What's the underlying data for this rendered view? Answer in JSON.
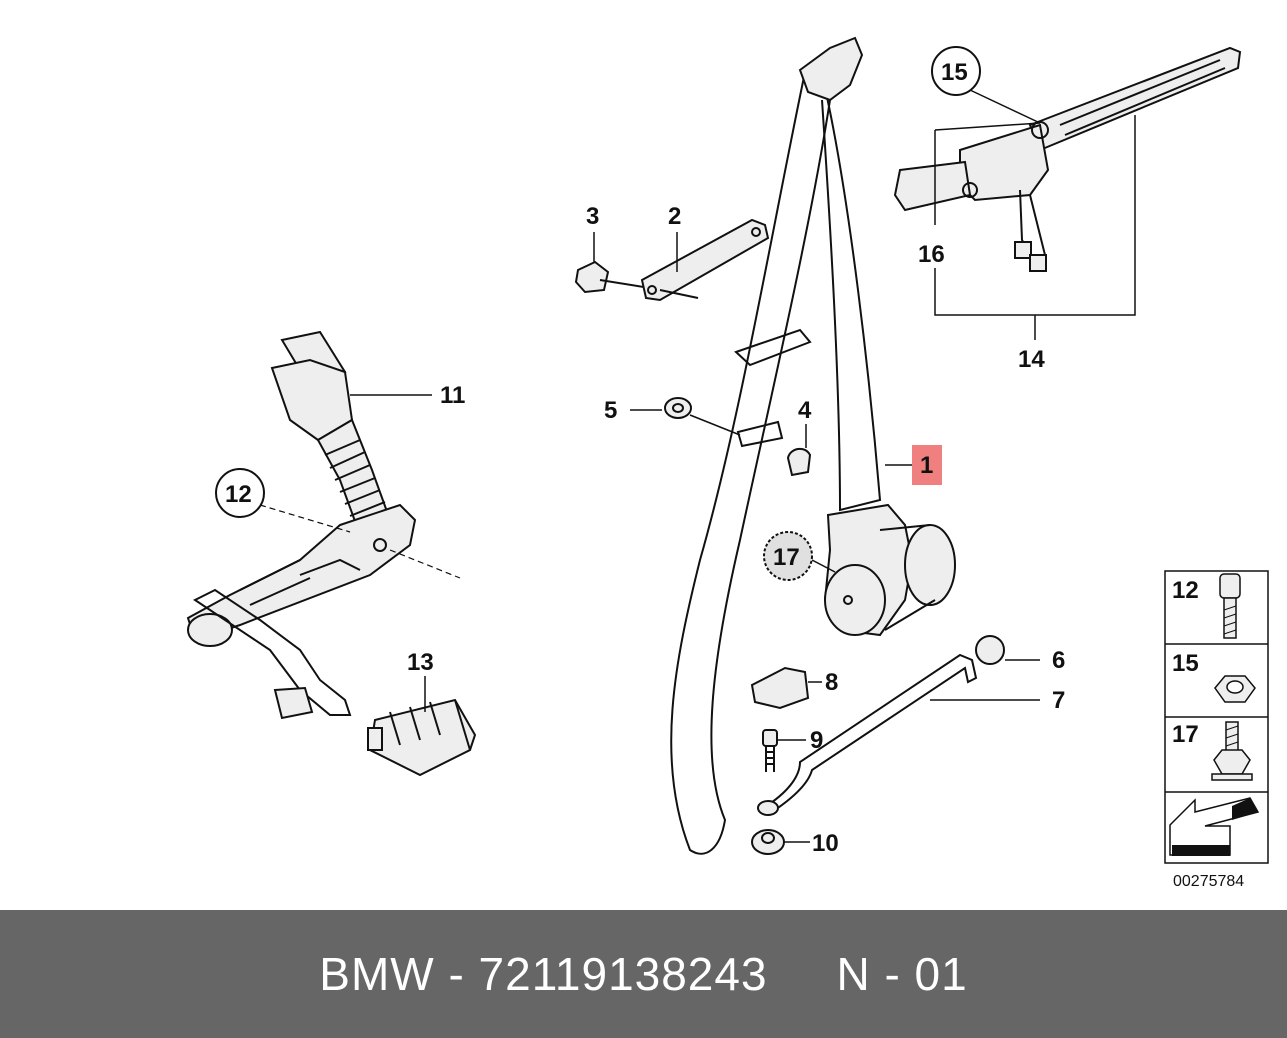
{
  "labels": {
    "l1": "1",
    "l2": "2",
    "l3": "3",
    "l4": "4",
    "l5": "5",
    "l6": "6",
    "l7": "7",
    "l8": "8",
    "l9": "9",
    "l10": "10",
    "l11": "11",
    "l12": "12",
    "l13": "13",
    "l14": "14",
    "l15": "15",
    "l16": "16",
    "l17": "17"
  },
  "legend": {
    "item1": "12",
    "item2": "15",
    "item3": "17"
  },
  "diagram_id": "00275784",
  "footer": {
    "text": "BMW - 72119138243     N - 01"
  },
  "colors": {
    "highlight": "#f08080",
    "footer_bg": "#666666",
    "footer_text": "#ffffff"
  }
}
